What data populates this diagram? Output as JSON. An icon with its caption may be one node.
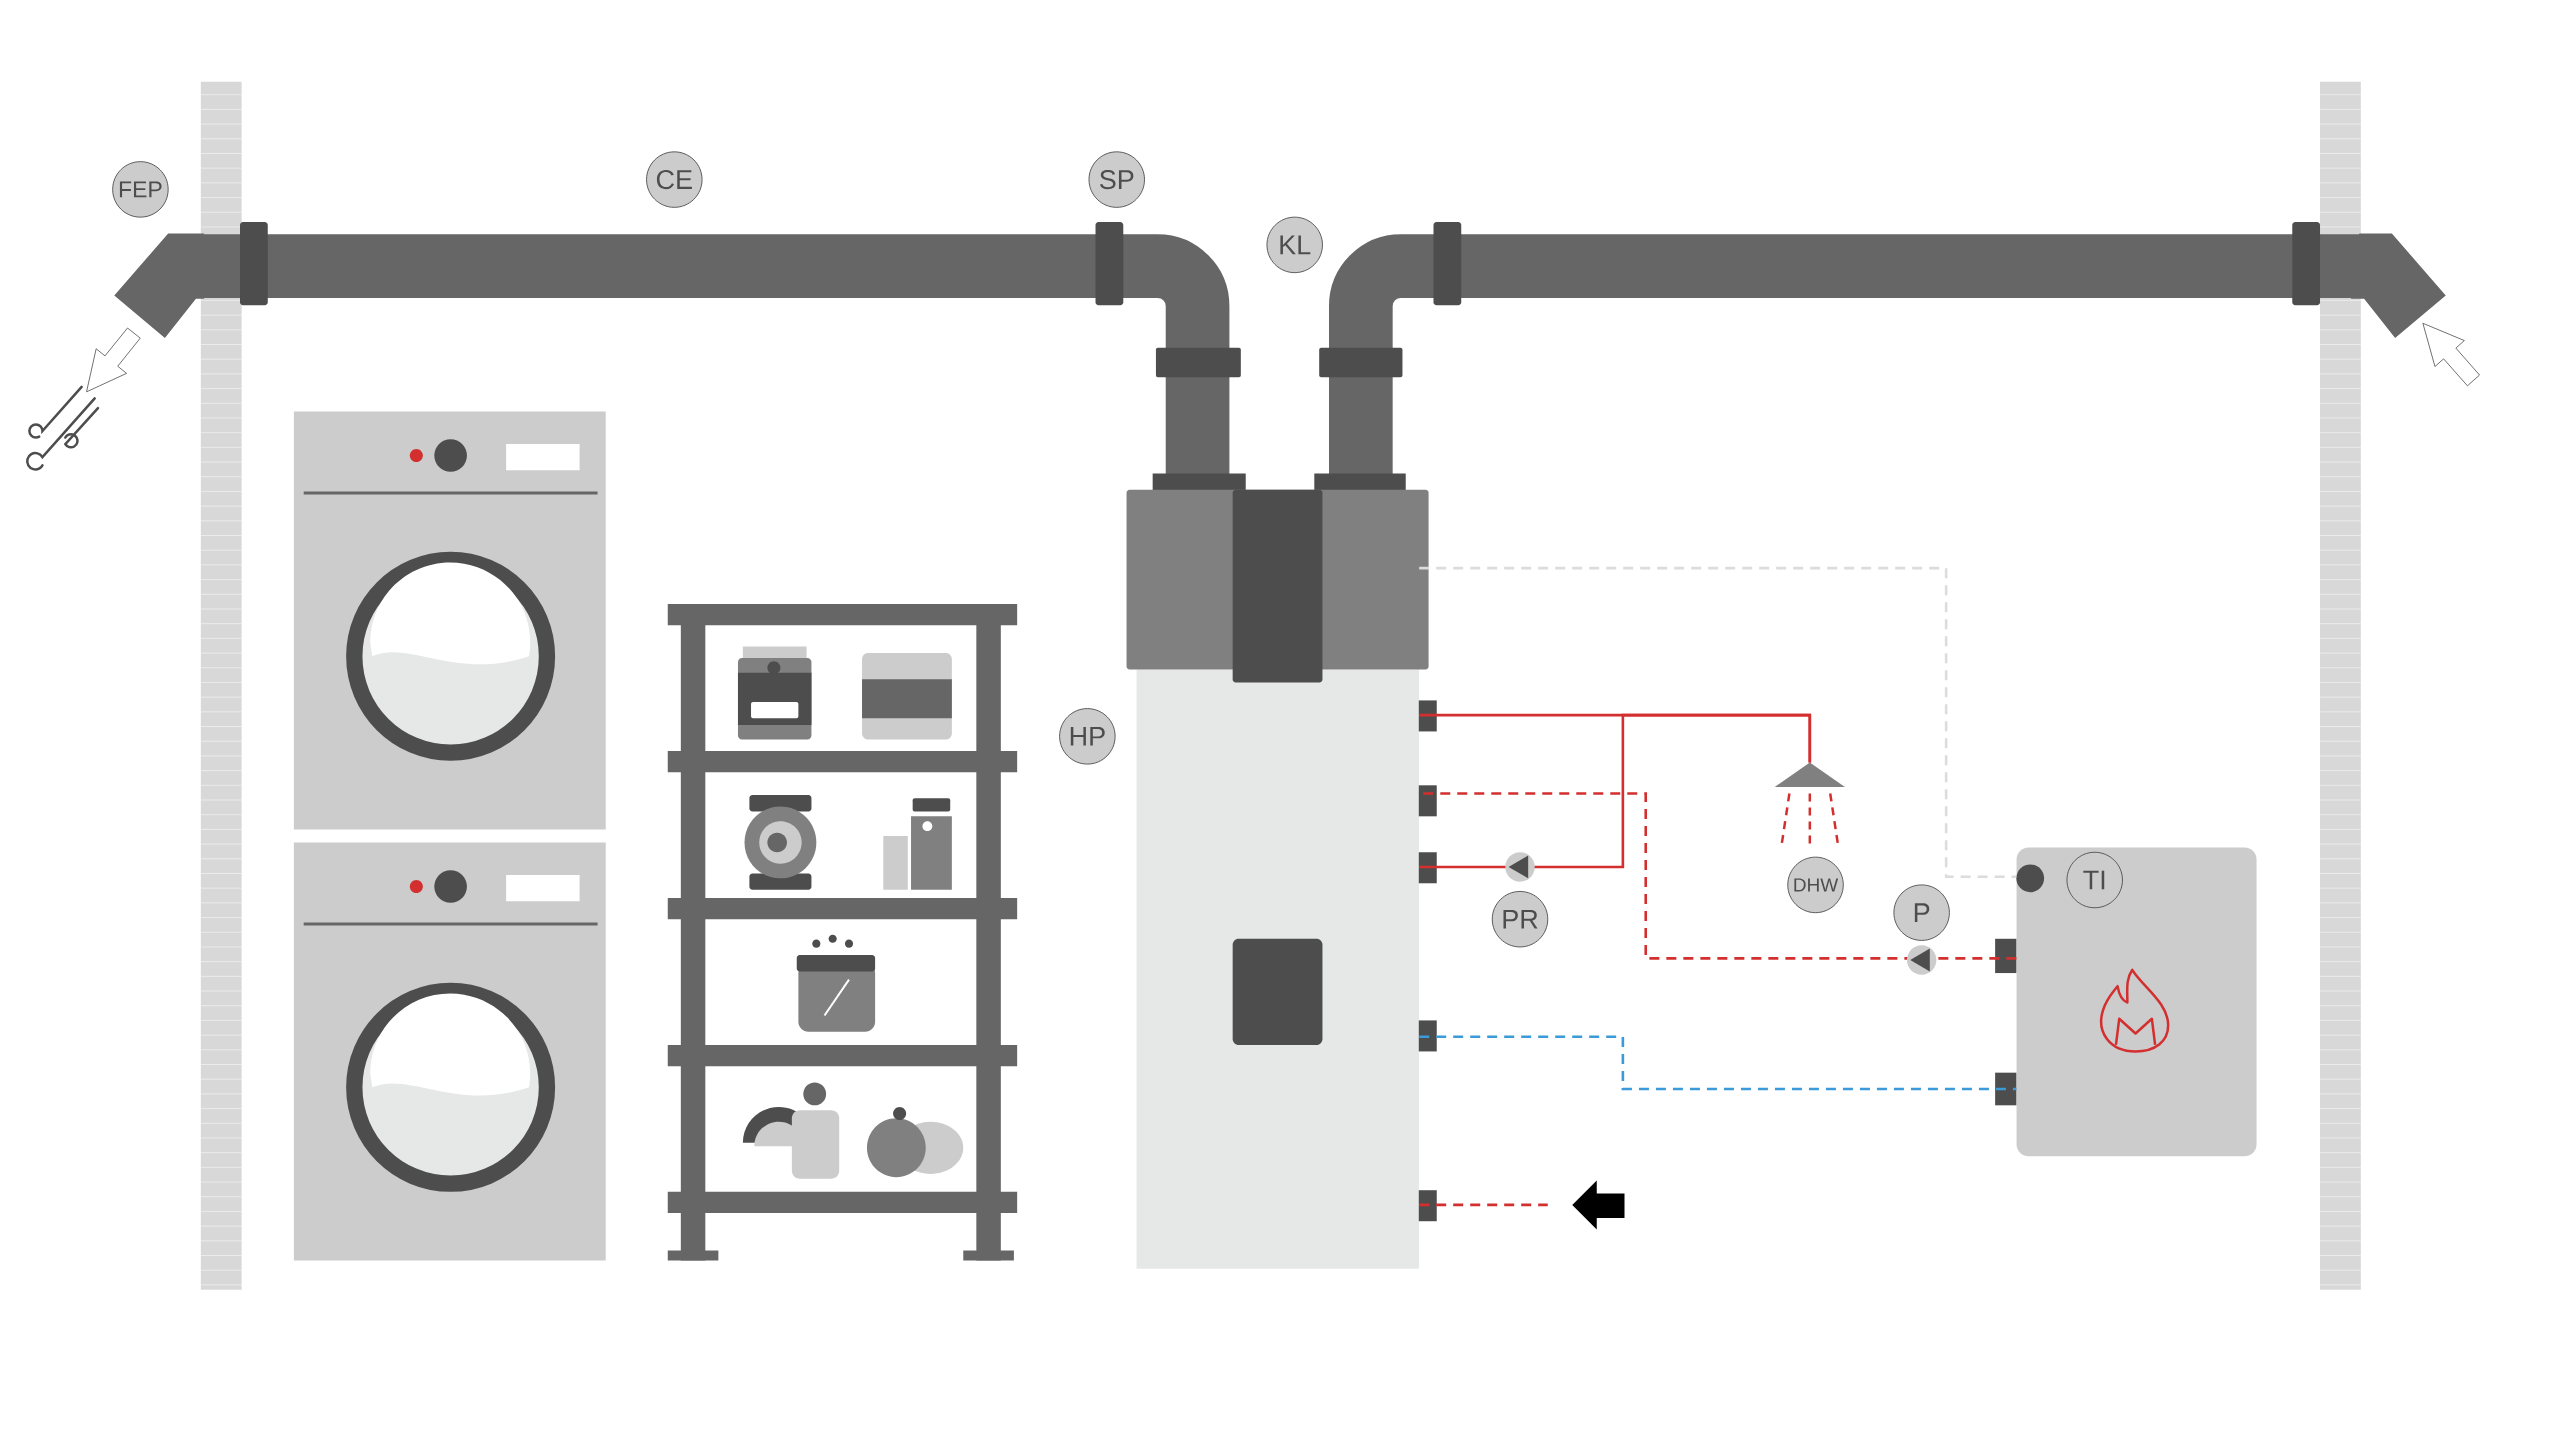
{
  "diagram": {
    "nodes": [
      {
        "text": [],
        "shape": "box"
      },
      {
        "text": [],
        "shape": "picture"
      },
      {
        "text": [],
        "shape": "box"
      }
    ],
    "edges": [
      {
        "from": 0,
        "to": 1,
        "arrow": "none",
        "color": "#d32f2f"
      },
      {
        "from": 1,
        "to": 0,
        "arrow": "to",
        "color": "#d32f2f"
      },
      {
        "from": 2,
        "to": 0,
        "arrow": "to",
        "style": "dashed",
        "color": "#d32f2f"
      },
      {
        "from": 0,
        "to": 2,
        "arrow": "none",
        "style": "dashed",
        "color": "#3b9ad9"
      },
      {
        "from": 0,
        "to": 2,
        "arrow": "none",
        "style": "dashed",
        "color": "#dcdcdc"
      },
      {
        "from": 0,
        "to": null,
        "arrow": "none",
        "style": "dashed",
        "color": "#d32f2f"
      }
    ],
    "labels": [
      "FEP",
      "CE",
      "SP",
      "KL",
      "HP",
      "PR",
      "DHW",
      "P",
      "TI"
    ]
  }
}
